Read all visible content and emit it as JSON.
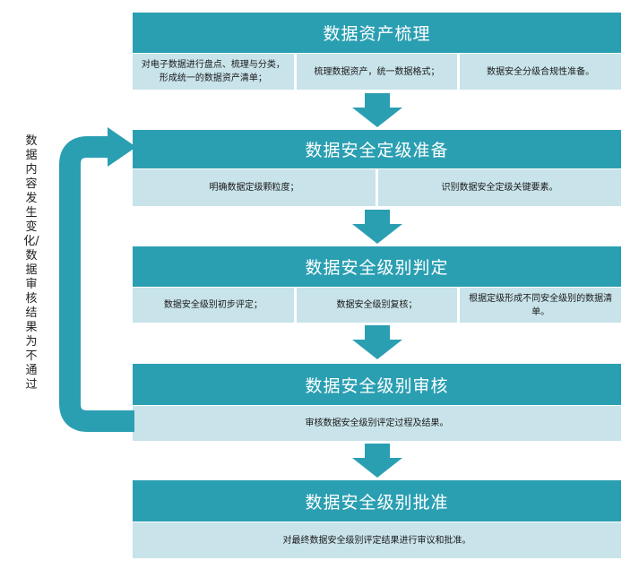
{
  "stages": [
    {
      "title": "数据资产梳理",
      "items": [
        "对电子数据进行盘点、梳理与分类，形成统一的数据资产清单；",
        "梳理数据资产，统一数据格式；",
        "数据安全分级合规性准备。"
      ]
    },
    {
      "title": "数据安全定级准备",
      "items": [
        "明确数据定级颗粒度；",
        "识别数据安全定级关键要素。"
      ]
    },
    {
      "title": "数据安全级别判定",
      "items": [
        "数据安全级别初步评定；",
        "数据安全级别复核；",
        "根据定级形成不同安全级别的数据清单。"
      ]
    },
    {
      "title": "数据安全级别审核",
      "items": [
        "审核数据安全级别评定过程及结果。"
      ]
    },
    {
      "title": "数据安全级别批准",
      "items": [
        "对最终数据安全级别评定结果进行审议和批准。"
      ]
    }
  ],
  "feedback_label": "数据内容发生变化/数据审核结果为不通过",
  "colors": {
    "header": "#2b9fb2",
    "cell": "#c8e3ea",
    "loop": "#2b9fb2"
  }
}
